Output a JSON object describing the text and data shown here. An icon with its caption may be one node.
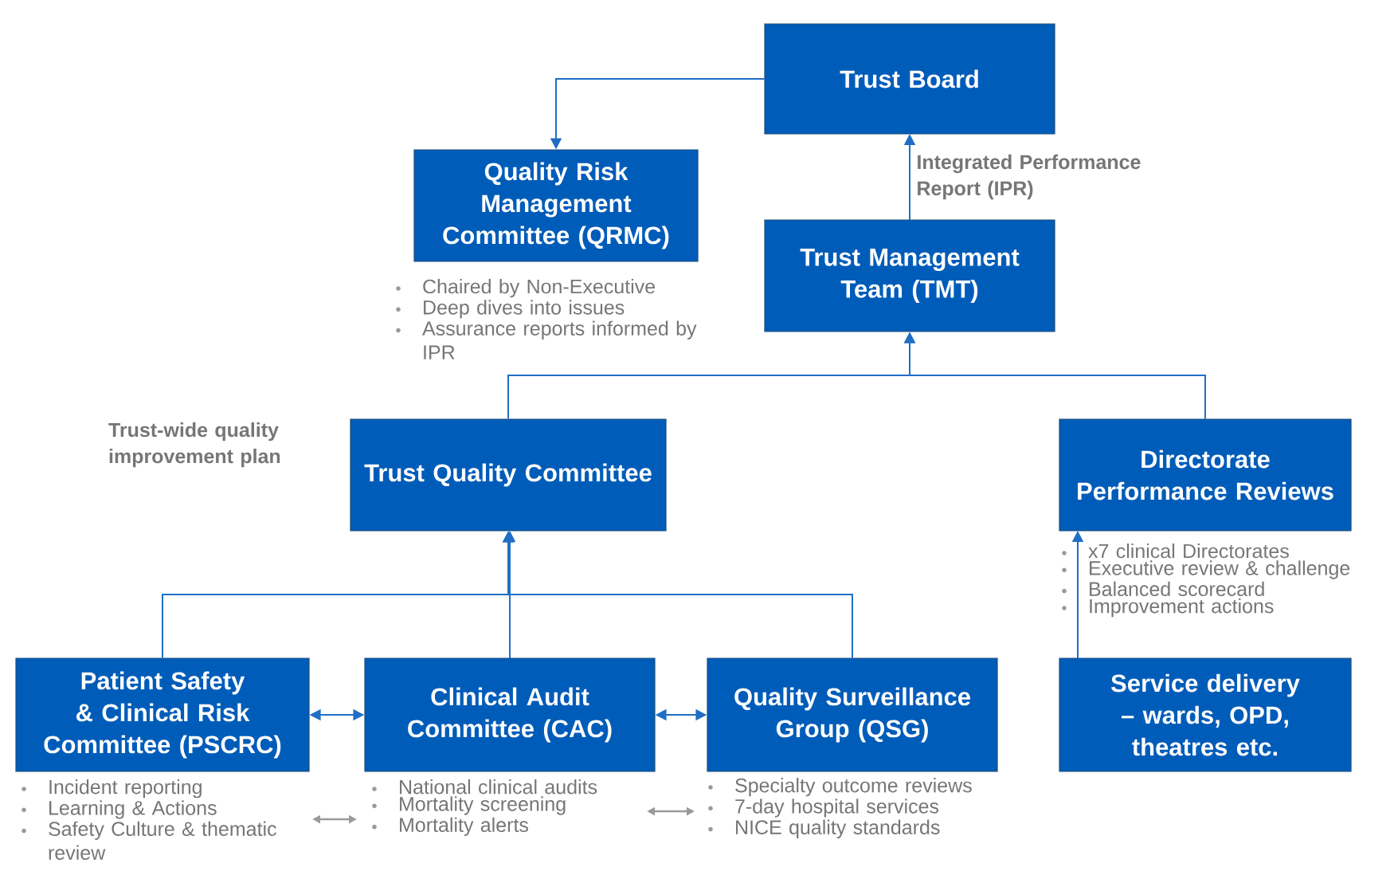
{
  "diagram": {
    "nodes": [
      {
        "text": [
          "Trust Board"
        ]
      },
      {
        "text": [
          "Quality Risk Management Committee (QRMC)"
        ],
        "beside": [
          "Chaired by Non-Executive",
          "Deep dives into issues",
          "Assurance reports informed by IPR"
        ]
      },
      {
        "text": [
          "Trust Management Team (TMT)"
        ]
      },
      {
        "text": [
          "Trust Quality Committee"
        ],
        "beside": [
          "Trust-wide quality improvement plan"
        ]
      },
      {
        "text": [
          "Directorate Performance Reviews"
        ],
        "beside": [
          "x7 clinical Directorates",
          "Executive review & challenge",
          "Balanced scorecard",
          "Improvement actions"
        ]
      },
      {
        "text": [
          "Patient Safety & Clinical Risk Committee (PSCRC)"
        ],
        "beside": [
          "Incident reporting",
          "Learning & Actions",
          "Safety Culture & thematic review"
        ]
      },
      {
        "text": [
          "Clinical Audit Committee (CAC)"
        ],
        "beside": [
          "National clinical audits",
          "Mortality screening",
          "Mortality alerts"
        ]
      },
      {
        "text": [
          "Quality Surveillance Group (QSG)"
        ],
        "beside": [
          "Specialty outcome reviews",
          "7-day hospital services",
          "NICE quality standards"
        ]
      },
      {
        "text": [
          "Service delivery – wards, OPD, theatres etc."
        ]
      }
    ],
    "edges": [
      {
        "from": 0,
        "to": 1,
        "arrow": "to"
      },
      {
        "from": 2,
        "to": 0,
        "arrow": "to",
        "label": "Integrated Performance Report (IPR)"
      },
      {
        "from": 3,
        "to": 2,
        "arrow": "to"
      },
      {
        "from": 4,
        "to": 2,
        "arrow": "to"
      },
      {
        "from": 5,
        "to": 3,
        "arrow": "to"
      },
      {
        "from": 6,
        "to": 3,
        "arrow": "to"
      },
      {
        "from": 7,
        "to": 3,
        "arrow": "to"
      },
      {
        "from": 5,
        "to": 6,
        "arrow": "both"
      },
      {
        "from": 6,
        "to": 7,
        "arrow": "both"
      },
      {
        "from": 8,
        "to": 4,
        "arrow": "to"
      }
    ]
  }
}
